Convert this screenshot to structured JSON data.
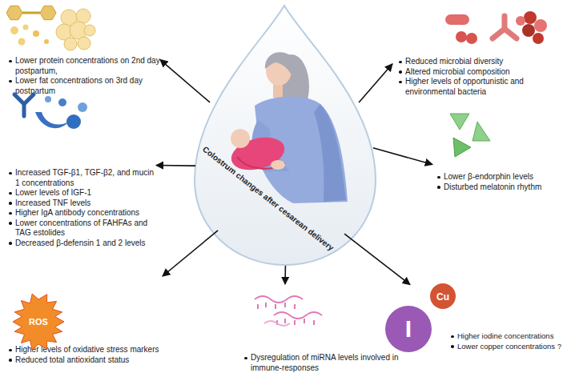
{
  "diagram": {
    "nodes": [
      {
        "text": [
          "Colostrum changes after cesarean delivery"
        ]
      },
      {
        "text": [
          "Lower protein concentrations on 2nd day postpartum,",
          "Lower fat concentrations on 3rd day postpartum"
        ]
      },
      {
        "text": [
          "Reduced microbial diversity",
          "Altered microbial composition",
          "Higher levels of opportunistic and environmental bacteria"
        ]
      },
      {
        "text": [
          "Increased TGF-β1, TGF-β2, and mucin 1 concentrations",
          "Lower levels of IGF-1",
          "Increased TNF levels",
          "Higher IgA antibody concentrations",
          "Lower concentrations of FAHFAs and TAG estolides",
          "Decreased β-defensin 1 and 2 levels"
        ]
      },
      {
        "text": [
          "Lower β-endorphin levels",
          "Disturbed melatonin rhythm"
        ]
      },
      {
        "text": [
          "Higher levels of oxidative stress markers",
          "Reduced total antioxidant status"
        ]
      },
      {
        "text": [
          "Dysregulation of miRNA levels involved in immune-responses"
        ]
      },
      {
        "text": [
          "Higher iodine concentrations",
          "Lower copper concentrations ?"
        ]
      }
    ],
    "edges": [
      {
        "from": 0,
        "to": 1,
        "arrow": "to"
      },
      {
        "from": 0,
        "to": 2,
        "arrow": "to"
      },
      {
        "from": 0,
        "to": 3,
        "arrow": "to"
      },
      {
        "from": 0,
        "to": 4,
        "arrow": "to"
      },
      {
        "from": 0,
        "to": 5,
        "arrow": "to"
      },
      {
        "from": 0,
        "to": 6,
        "arrow": "to"
      },
      {
        "from": 0,
        "to": 7,
        "arrow": "to"
      }
    ],
    "labels": [
      "ROS",
      "I",
      "Cu"
    ]
  }
}
